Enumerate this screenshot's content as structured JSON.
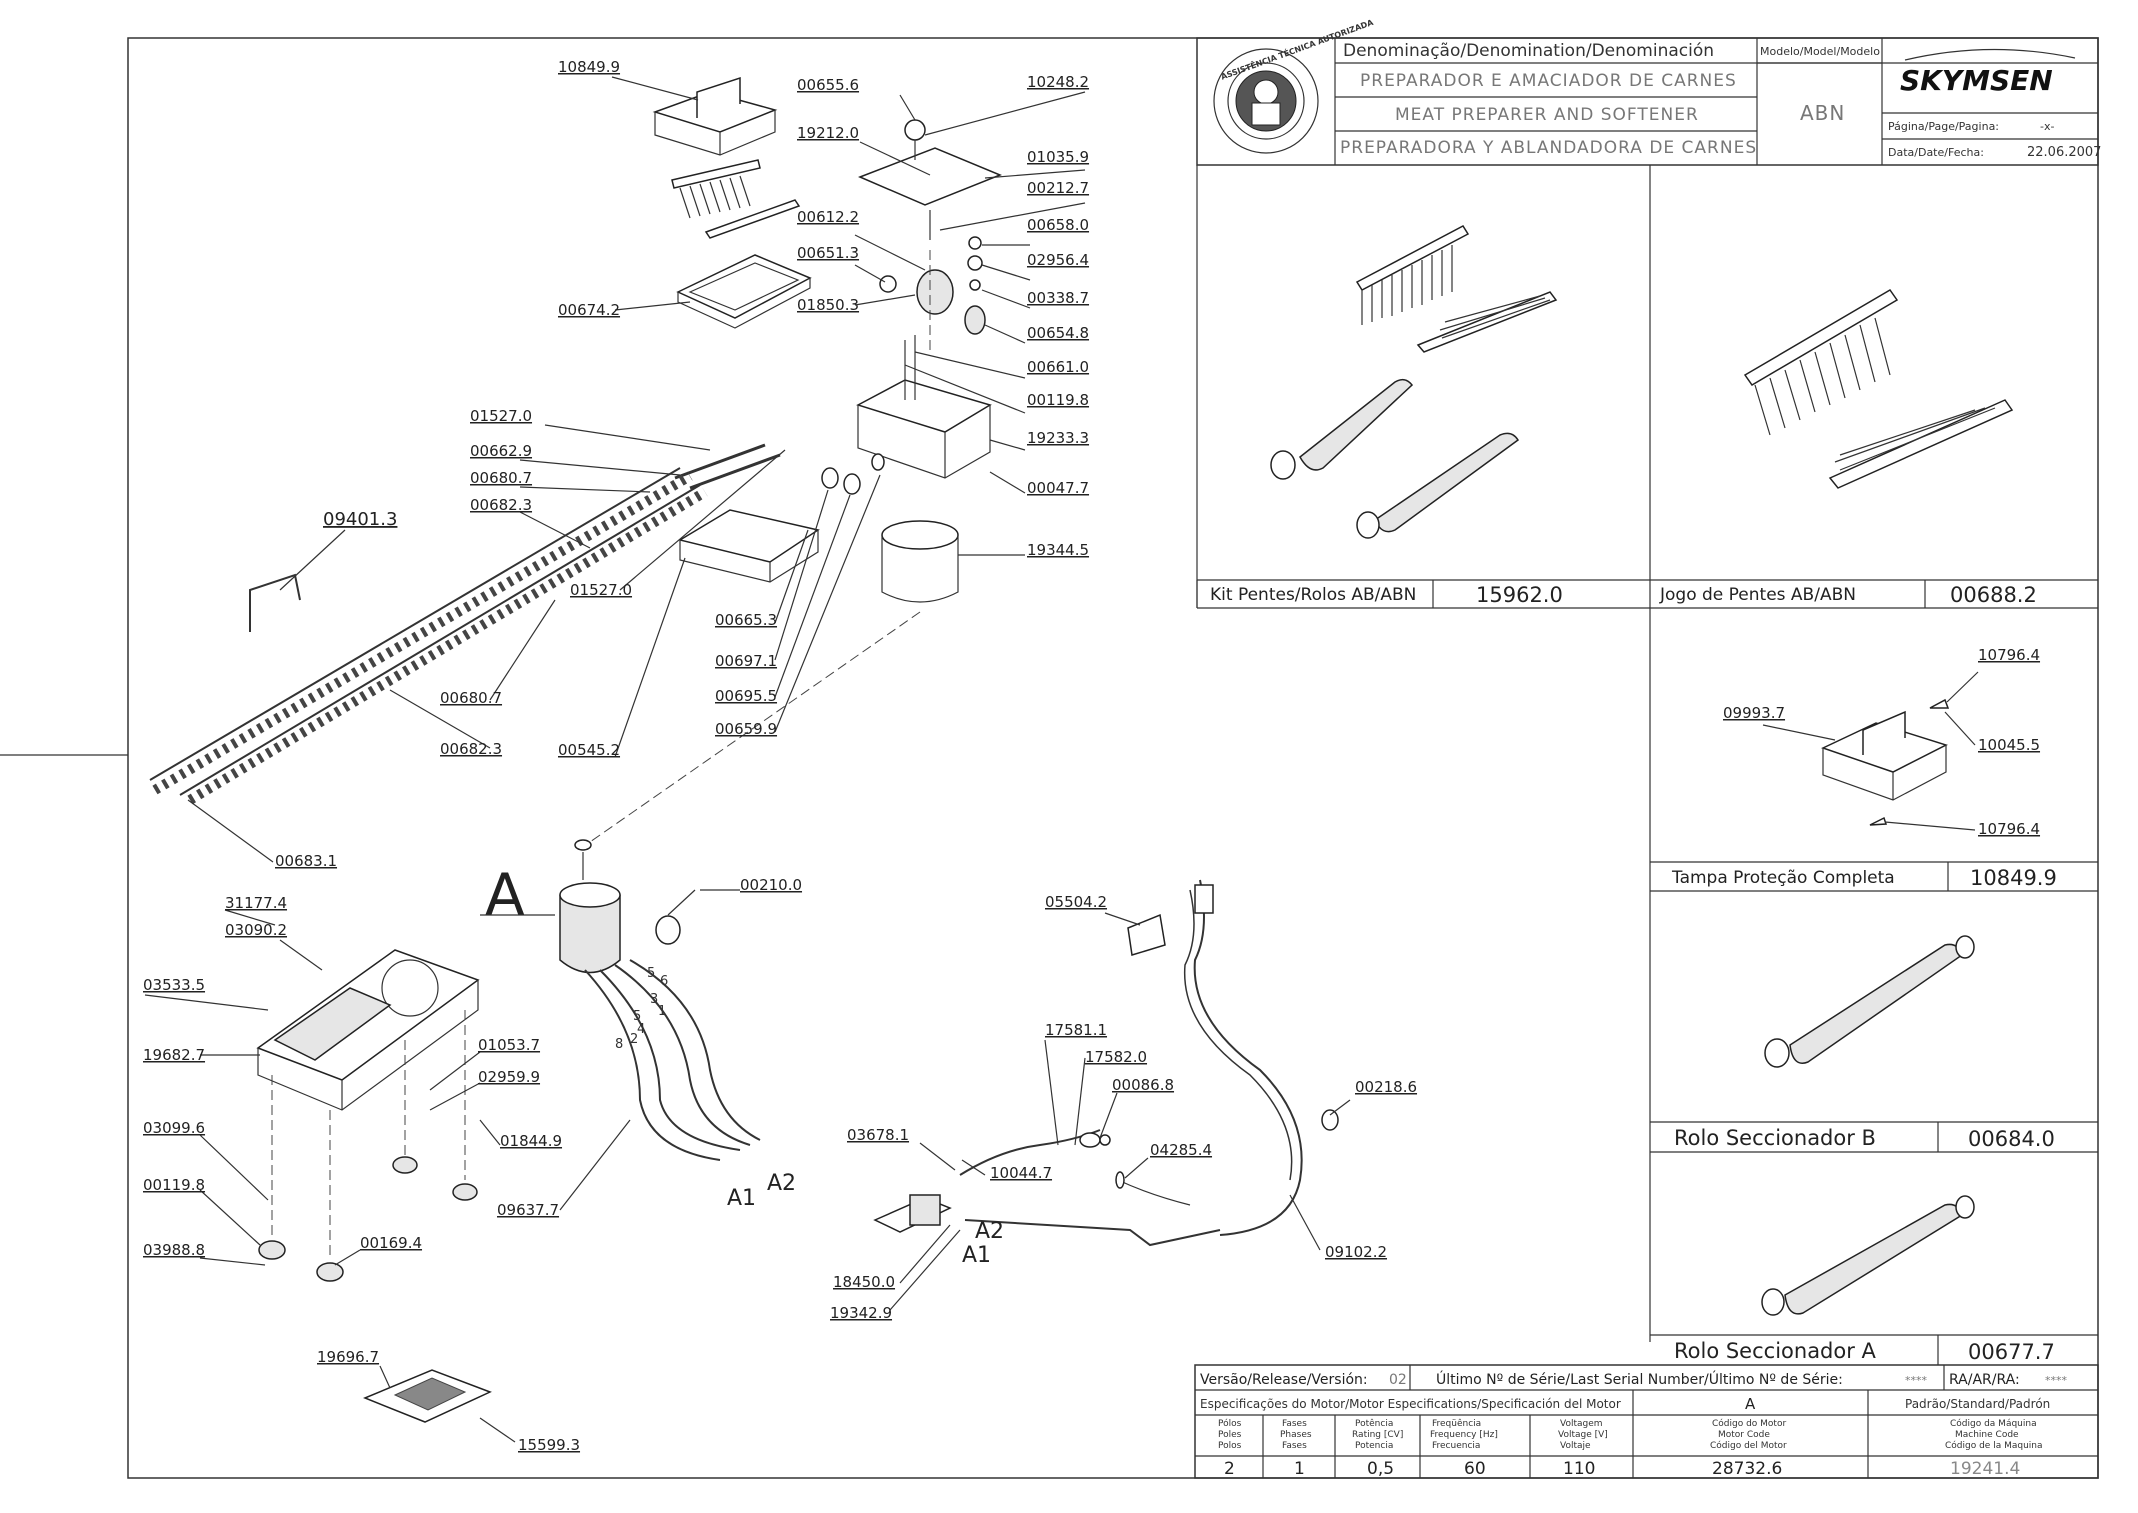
{
  "title_block": {
    "denomination_header": "Denominação/Denomination/Denominación",
    "model_header": "Modelo/Model/Modelo",
    "name_pt": "PREPARADOR E AMACIADOR DE CARNES",
    "name_en": "MEAT PREPARER AND SOFTENER",
    "name_es": "PREPARADORA Y ABLANDADORA DE CARNES",
    "model": "ABN",
    "brand": "SKYMSEN",
    "page_label": "Página/Page/Pagina:",
    "page_value": "-x-",
    "date_label": "Data/Date/Fecha:",
    "date_value": "22.06.2007",
    "seal_text": "ASSISTÊNCIA TÉCNICA AUTORIZADA"
  },
  "kits": [
    {
      "name": "Kit Pentes/Rolos AB/ABN",
      "code": "15962.0"
    },
    {
      "name": "Jogo de Pentes AB/ABN",
      "code": "00688.2"
    },
    {
      "name": "Tampa   Proteção Completa",
      "code": "10849.9"
    },
    {
      "name": "Rolo Seccionador B",
      "code": "00684.0"
    },
    {
      "name": "Rolo Seccionador A",
      "code": "00677.7"
    }
  ],
  "cover_parts": [
    "10796.4",
    "09993.7",
    "10045.5",
    "10796.4"
  ],
  "bottom_block": {
    "version_label": "Versão/Release/Versión:",
    "version_value": "02",
    "serial_label": "Último Nº de Série/Last Serial Number/Último Nº de Série:",
    "serial_value": "****",
    "ra_label": "RA/AR/RA:",
    "ra_value": "****",
    "motor_spec_label": "Especificações do Motor/Motor Especifications/Specificación del Motor",
    "motor_variant": "A",
    "standard_label": "Padrão/Standard/Padrón",
    "columns": [
      {
        "h1": "Pólos",
        "h2": "Poles",
        "h3": "Polos",
        "value": "2"
      },
      {
        "h1": "Fases",
        "h2": "Phases",
        "h3": "Fases",
        "value": "1"
      },
      {
        "h1": "Potência",
        "h2": "Rating [CV]",
        "h3": "Potencia",
        "value": "0,5"
      },
      {
        "h1": "Freqüência",
        "h2": "Frequency [Hz]",
        "h3": "Frecuencia",
        "value": "60"
      },
      {
        "h1": "Voltagem",
        "h2": "Voltage [V]",
        "h3": "Voltaje",
        "value": "110"
      },
      {
        "h1": "Código do Motor",
        "h2": "Motor Code",
        "h3": "Código del Motor",
        "value": "28732.6"
      },
      {
        "h1": "Código da Máquina",
        "h2": "Machine Code",
        "h3": "Código de la Maquina",
        "value": "19241.4"
      }
    ]
  },
  "part_labels": {
    "p1": "10849.9",
    "p2": "00655.6",
    "p3": "10248.2",
    "p4": "19212.0",
    "p5": "01035.9",
    "p6": "00212.7",
    "p7": "00612.2",
    "p8": "00658.0",
    "p9": "00651.3",
    "p10": "02956.4",
    "p11": "00338.7",
    "p12": "01850.3",
    "p13": "00674.2",
    "p14": "00654.8",
    "p15": "00661.0",
    "p16": "00119.8",
    "p17": "01527.0",
    "p18": "19233.3",
    "p19": "00662.9",
    "p20": "00680.7",
    "p21": "00047.7",
    "p22": "00682.3",
    "p23": "09401.3",
    "p24": "19344.5",
    "p25": "01527.0",
    "p26": "00665.3",
    "p27": "00697.1",
    "p28": "00680.7",
    "p29": "00695.5",
    "p30": "00682.3",
    "p31": "00545.2",
    "p32": "00659.9",
    "p33": "00683.1",
    "p34": "00210.0",
    "p35": "05504.2",
    "p36": "31177.4",
    "p37": "03090.2",
    "p38": "03533.5",
    "p39": "19682.7",
    "p40": "01053.7",
    "p41": "02959.9",
    "p42": "01844.9",
    "p43": "03099.6",
    "p44": "17581.1",
    "p45": "17582.0",
    "p46": "00086.8",
    "p47": "00218.6",
    "p48": "00119.8",
    "p49": "03678.1",
    "p50": "10044.7",
    "p51": "04285.4",
    "p52": "09637.7",
    "p53": "00169.4",
    "p54": "03988.8",
    "p55": "18450.0",
    "p56": "19342.9",
    "p57": "09102.2",
    "p58": "19696.7",
    "p59": "15599.3"
  },
  "wire_labels": {
    "motor_marker": "A",
    "a1": "A1",
    "a2": "A2",
    "a1b": "A1",
    "a2b": "A2",
    "w5": "5",
    "w6": "6",
    "w3": "3",
    "w1": "1",
    "w5b": "5",
    "w4": "4",
    "w2": "2",
    "w8": "8"
  }
}
